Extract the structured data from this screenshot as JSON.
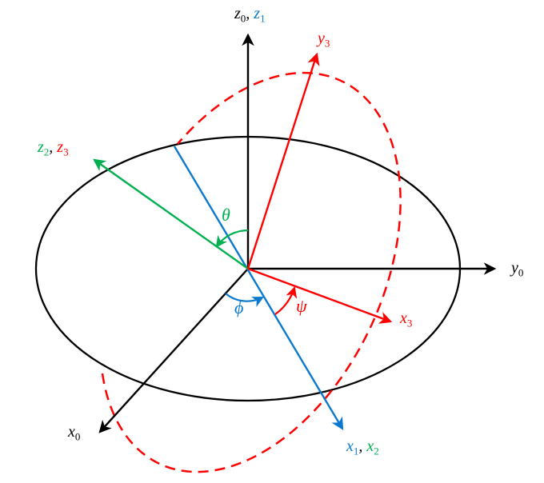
{
  "figure": {
    "description": "Euler angles rotation diagram with reference frames 0-3"
  },
  "colors": {
    "black": "#000000",
    "blue": "#0b79ce",
    "green": "#00b050",
    "red": "#ff0000"
  },
  "labels": {
    "z0_z1": {
      "p1": {
        "base": "z",
        "sub": "0"
      },
      "comma": ", ",
      "p2": {
        "base": "z",
        "sub": "1"
      }
    },
    "z2_z3": {
      "p1": {
        "base": "z",
        "sub": "2"
      },
      "comma": ", ",
      "p2": {
        "base": "z",
        "sub": "3"
      }
    },
    "x1_x2": {
      "p1": {
        "base": "x",
        "sub": "1"
      },
      "comma": ", ",
      "p2": {
        "base": "x",
        "sub": "2"
      }
    },
    "x0": {
      "base": "x",
      "sub": "0"
    },
    "y0": {
      "base": "y",
      "sub": "0"
    },
    "y3": {
      "base": "y",
      "sub": "3"
    },
    "x3": {
      "base": "x",
      "sub": "3"
    },
    "angles": {
      "theta": "θ",
      "phi": "ϕ",
      "psi": "ψ"
    }
  }
}
